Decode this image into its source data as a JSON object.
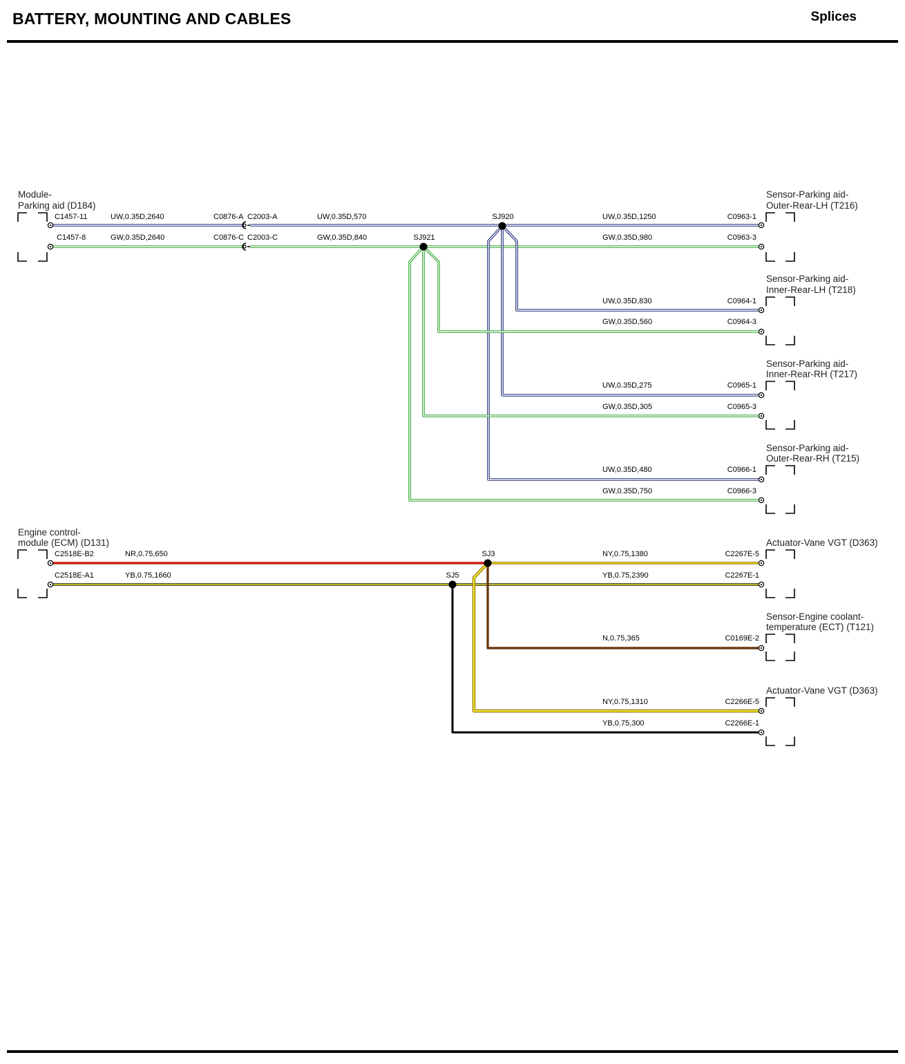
{
  "header": {
    "title": "BATTERY, MOUNTING AND CABLES",
    "section": "Splices"
  },
  "colors": {
    "UW": "#1f2a78",
    "GW": "#2ea32e",
    "NR": "#c81e14",
    "YB_fill": "#f2ea27",
    "YB_edge": "#111111",
    "NY_fill": "#f4ec2c",
    "NY_edge": "#8a6d00",
    "N": "#6b3a12",
    "BLK": "#000000"
  },
  "components": [
    {
      "name1": "Module-",
      "name2": "Parking aid (D184)"
    },
    {
      "name1": "Sensor-Parking aid-",
      "name2": "Outer-Rear-LH (T216)"
    },
    {
      "name1": "Sensor-Parking aid-",
      "name2": "Inner-Rear-LH (T218)"
    },
    {
      "name1": "Sensor-Parking aid-",
      "name2": "Inner-Rear-RH (T217)"
    },
    {
      "name1": "Sensor-Parking aid-",
      "name2": "Outer-Rear-RH (T215)"
    },
    {
      "name1": "Engine control-",
      "name2": "module (ECM) (D131)"
    },
    {
      "name1": "Actuator-Vane VGT (D363)",
      "name2": ""
    },
    {
      "name1": "Sensor-Engine coolant-",
      "name2": "temperature (ECT) (T121)"
    },
    {
      "name1": "Actuator-Vane VGT (D363)",
      "name2": ""
    }
  ],
  "connectors": [
    "C1457-11",
    "C1457-8",
    "C0876-A",
    "C2003-A",
    "C0876-C",
    "C2003-C",
    "C0963-1",
    "C0963-3",
    "C0964-1",
    "C0964-3",
    "C0965-1",
    "C0965-3",
    "C0966-1",
    "C0966-3",
    "C2518E-B2",
    "C2518E-A1",
    "C2267E-5",
    "C2267E-1",
    "C0169E-2",
    "C2266E-5",
    "C2266E-1"
  ],
  "splices": [
    "SJ920",
    "SJ921",
    "SJ3",
    "SJ5"
  ],
  "wires": [
    "UW,0.35D,2640",
    "GW,0.35D,2640",
    "UW,0.35D,570",
    "GW,0.35D,840",
    "UW,0.35D,1250",
    "GW,0.35D,980",
    "UW,0.35D,830",
    "GW,0.35D,560",
    "UW,0.35D,275",
    "GW,0.35D,305",
    "UW,0.35D,480",
    "GW,0.35D,750",
    "NR,0.75,650",
    "YB,0.75,1660",
    "NY,0.75,1380",
    "YB,0.75,2390",
    "N,0.75,365",
    "NY,0.75,1310",
    "YB,0.75,300"
  ]
}
